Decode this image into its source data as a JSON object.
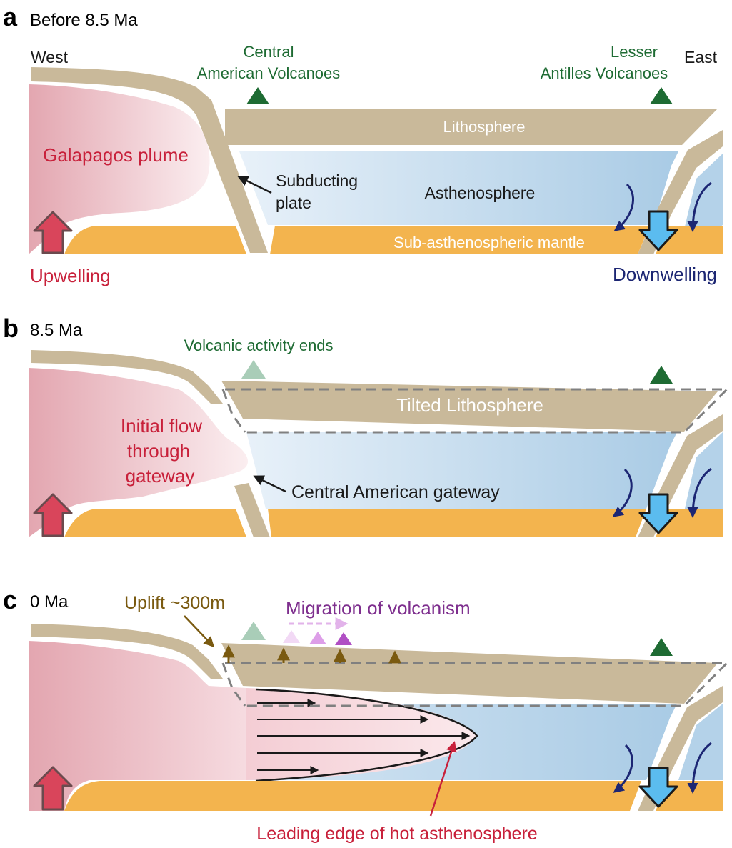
{
  "colors": {
    "lithosphere": "#c9b99a",
    "asthenosphere_light": "#e6f0f8",
    "asthenosphere_dark": "#a9cbe5",
    "sub_mantle": "#f3b44e",
    "plume_dark": "#e3a6b0",
    "plume_light": "#f9e9ec",
    "volcano_active": "#1e6b33",
    "volcano_extinct": "#a9cdb8",
    "upwelling_arrow": "#d9455b",
    "downwelling_arrow": "#5bbcef",
    "flow_arrow": "#1c2673",
    "uplift_arrow": "#7a5a10",
    "volcanism_migration": "#b04fc4"
  },
  "panels": {
    "a": {
      "letter": "a",
      "title": "Before 8.5 Ma",
      "west": "West",
      "east": "East",
      "central_volcanoes": [
        "Central",
        "American Volcanoes"
      ],
      "antilles_volcanoes": [
        "Lesser",
        "Antilles Volcanoes"
      ],
      "lithosphere": "Lithosphere",
      "plume": "Galapagos plume",
      "subducting_plate": [
        "Subducting",
        "plate"
      ],
      "asthenosphere": "Asthenosphere",
      "sub_asthenospheric_mantle": "Sub-asthenospheric mantle",
      "upwelling": "Upwelling",
      "downwelling": "Downwelling"
    },
    "b": {
      "letter": "b",
      "title": "8.5 Ma",
      "volcanic_activity_ends": "Volcanic activity ends",
      "tilted_lithosphere": "Tilted Lithosphere",
      "initial_flow": [
        "Initial flow",
        "through",
        "gateway"
      ],
      "gateway": "Central American gateway"
    },
    "c": {
      "letter": "c",
      "title": "0 Ma",
      "uplift": "Uplift ~300m",
      "migration": "Migration of volcanism",
      "leading_edge": "Leading edge of hot asthenosphere"
    }
  }
}
